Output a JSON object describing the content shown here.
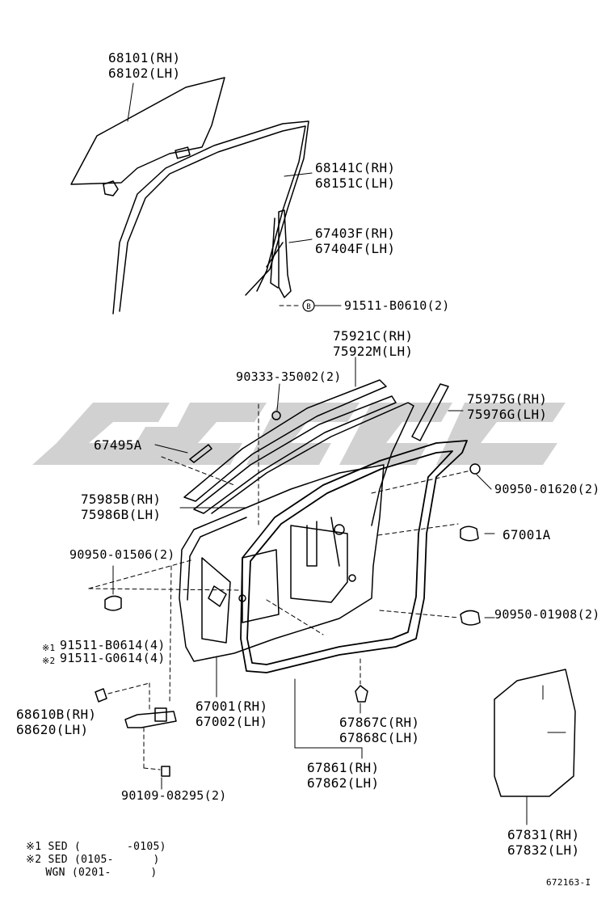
{
  "watermark": "",
  "figure_code": "672163-I",
  "parts": {
    "p68101": "68101(RH)",
    "p68102": "68102(LH)",
    "p68141C": "68141C(RH)",
    "p68151C": "68151C(LH)",
    "p67403F": "67403F(RH)",
    "p67404F": "67404F(LH)",
    "p91511B0610": "91511-B0610(2)",
    "p75921C": "75921C(RH)",
    "p75922M": "75922M(LH)",
    "p9033335002": "90333-35002(2)",
    "p75975G": "75975G(RH)",
    "p75976G": "75976G(LH)",
    "p67495A": "67495A",
    "p9095001620": "90950-01620(2)",
    "p75985B": "75985B(RH)",
    "p75986B": "75986B(LH)",
    "p67001A": "67001A",
    "p9095001506": "90950-01506(2)",
    "p9095001908": "90950-01908(2)",
    "p91511B0614": "91511-B0614(4)",
    "p91511G0614": "91511-G0614(4)",
    "p67001": "67001(RH)",
    "p67002": "67002(LH)",
    "p68610B": "68610B(RH)",
    "p68620": "68620(LH)",
    "p67867C": "67867C(RH)",
    "p67868C": "67868C(LH)",
    "p67861": "67861(RH)",
    "p67862": "67862(LH)",
    "p9010908295": "90109-08295(2)",
    "p67831": "67831(RH)",
    "p67832": "67832(LH)"
  },
  "marks": {
    "m1": "※1",
    "m2": "※2",
    "circle_b": "B"
  },
  "notes": {
    "n1": "※1 SED (       -0105)",
    "n2": "※2 SED (0105-      )",
    "n3": "   WGN (0201-      )"
  }
}
